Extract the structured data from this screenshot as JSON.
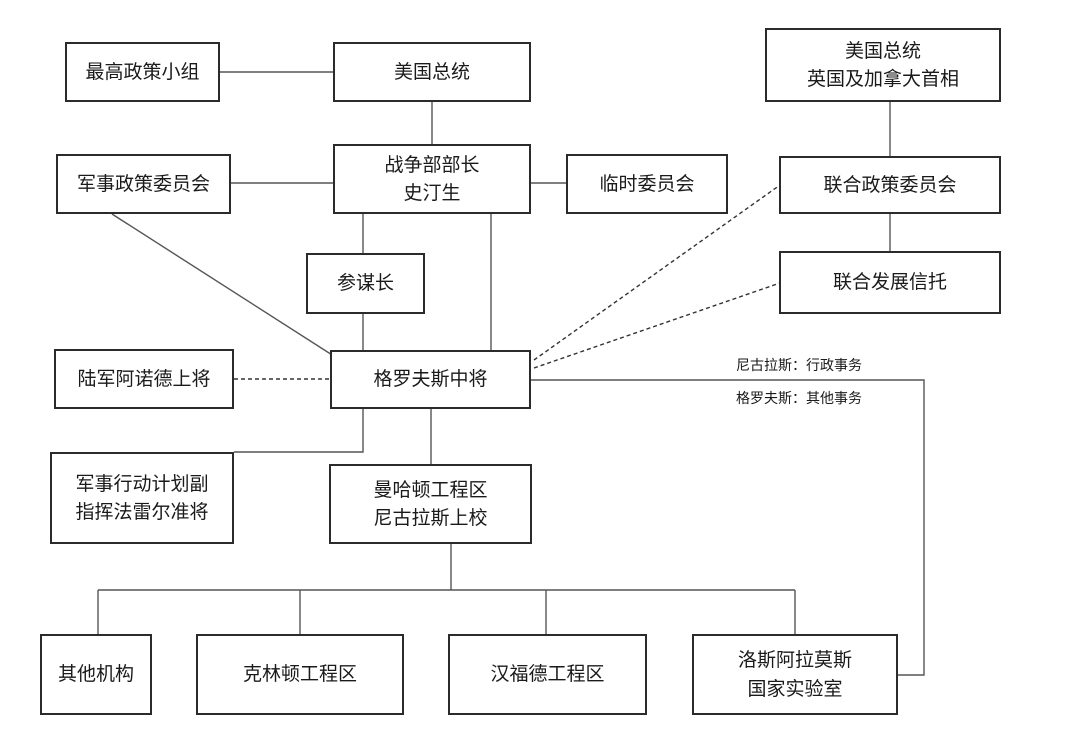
{
  "nodes": {
    "top_policy_group": [
      "最高政策小组"
    ],
    "us_president": [
      "美国总统"
    ],
    "us_uk_canada_leaders": [
      "美国总统",
      "英国及加拿大首相"
    ],
    "military_policy_committee": [
      "军事政策委员会"
    ],
    "secretary_of_war": [
      "战争部部长",
      "史汀生"
    ],
    "interim_committee": [
      "临时委员会"
    ],
    "combined_policy_committee": [
      "联合政策委员会"
    ],
    "chief_of_staff": [
      "参谋长"
    ],
    "combined_development_trust": [
      "联合发展信托"
    ],
    "general_arnold": [
      "陆军阿诺德上将"
    ],
    "general_groves": [
      "格罗夫斯中将"
    ],
    "farrell": [
      "军事行动计划副",
      "指挥法雷尔准将"
    ],
    "manhattan_district": [
      "曼哈顿工程区",
      "尼古拉斯上校"
    ],
    "other_agencies": [
      "其他机构"
    ],
    "clinton_works": [
      "克林顿工程区"
    ],
    "hanford_works": [
      "汉福德工程区"
    ],
    "los_alamos": [
      "洛斯阿拉莫斯",
      "国家实验室"
    ]
  },
  "notes": {
    "nichols_admin": "尼古拉斯：行政事务",
    "groves_other": "格罗夫斯：其他事务"
  },
  "colors": {
    "border": "#2b2b2b",
    "line": "#555555",
    "background": "#ffffff"
  }
}
